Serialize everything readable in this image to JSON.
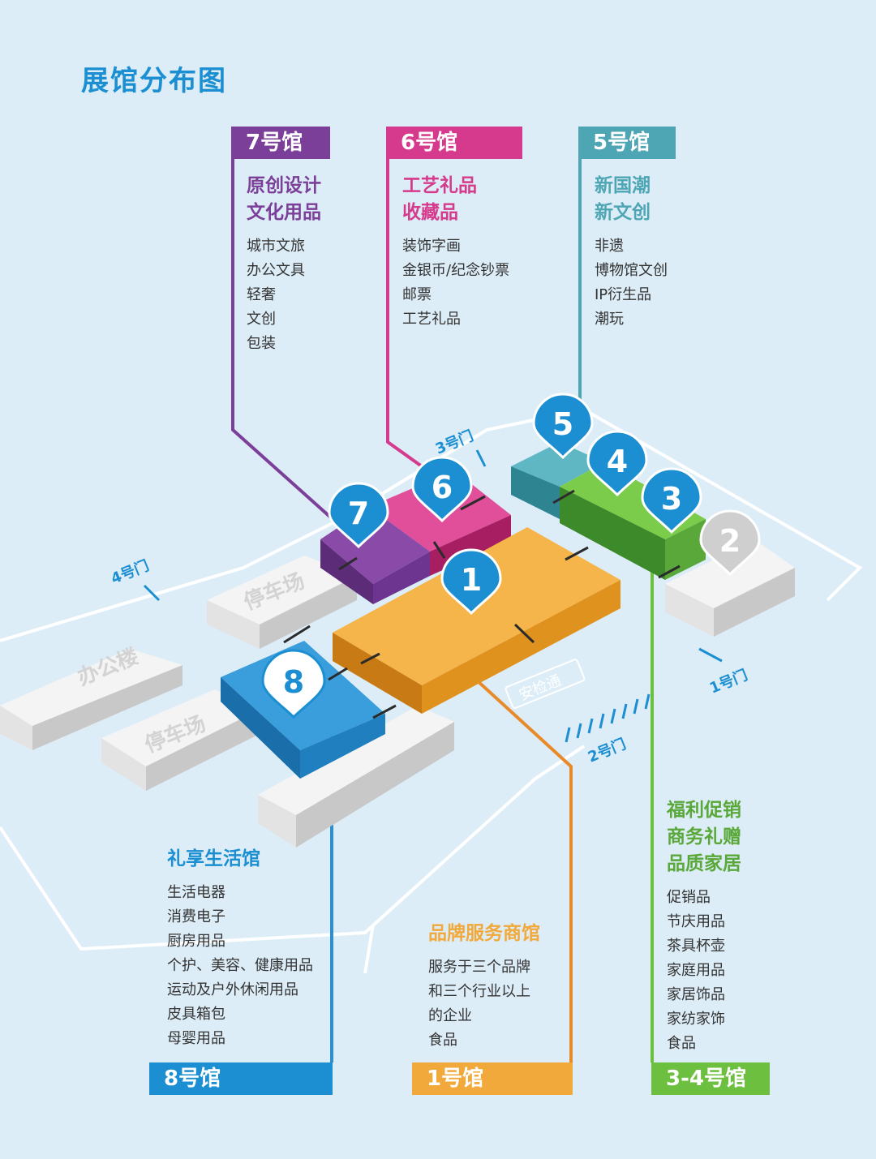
{
  "title": "展馆分布图",
  "colors": {
    "hall7": "#7b3f99",
    "hall6": "#d63a8c",
    "hall5": "#4ea5b4",
    "hall34": "#6dbf3f",
    "hall8": "#2a8fd3",
    "hall1": "#f2a93b",
    "pin": "#1b8fd2",
    "accent": "#1b8fd2"
  },
  "halls": {
    "h7": {
      "tag": "7号馆",
      "headlines": [
        "原创设计",
        "文化用品"
      ],
      "items": [
        "城市文旅",
        "办公文具",
        "轻奢",
        "文创",
        "包装"
      ]
    },
    "h6": {
      "tag": "6号馆",
      "headlines": [
        "工艺礼品",
        "收藏品"
      ],
      "items": [
        "装饰字画",
        "金银币/纪念钞票",
        "邮票",
        "工艺礼品"
      ]
    },
    "h5": {
      "tag": "5号馆",
      "headlines": [
        "新国潮",
        "新文创"
      ],
      "items": [
        "非遗",
        "博物馆文创",
        "IP衍生品",
        "潮玩"
      ]
    },
    "h8": {
      "tag": "8号馆",
      "headlines": [
        "礼享生活馆"
      ],
      "items": [
        "生活电器",
        "消费电子",
        "厨房用品",
        "个护、美容、健康用品",
        "运动及户外休闲用品",
        "皮具箱包",
        "母婴用品"
      ]
    },
    "h1": {
      "tag": "1号馆",
      "headlines": [
        "品牌服务商馆"
      ],
      "items": [
        "服务于三个品牌",
        "和三个行业以上",
        "的企业",
        "食品"
      ]
    },
    "h34": {
      "tag": "3-4号馆",
      "headlines": [
        "福利促销",
        "商务礼赠",
        "品质家居"
      ],
      "items": [
        "促销品",
        "节庆用品",
        "茶具杯壶",
        "家庭用品",
        "家居饰品",
        "家纺家饰",
        "食品"
      ]
    }
  },
  "map": {
    "pins": [
      "1",
      "2",
      "3",
      "4",
      "5",
      "6",
      "7",
      "8"
    ],
    "buildings": {
      "office": "办公楼",
      "parking1": "停车场",
      "parking2": "停车场",
      "security": "安检通"
    },
    "gates": {
      "g1": "1号门",
      "g2": "2号门",
      "g3": "3号门",
      "g4": "4号门"
    }
  }
}
